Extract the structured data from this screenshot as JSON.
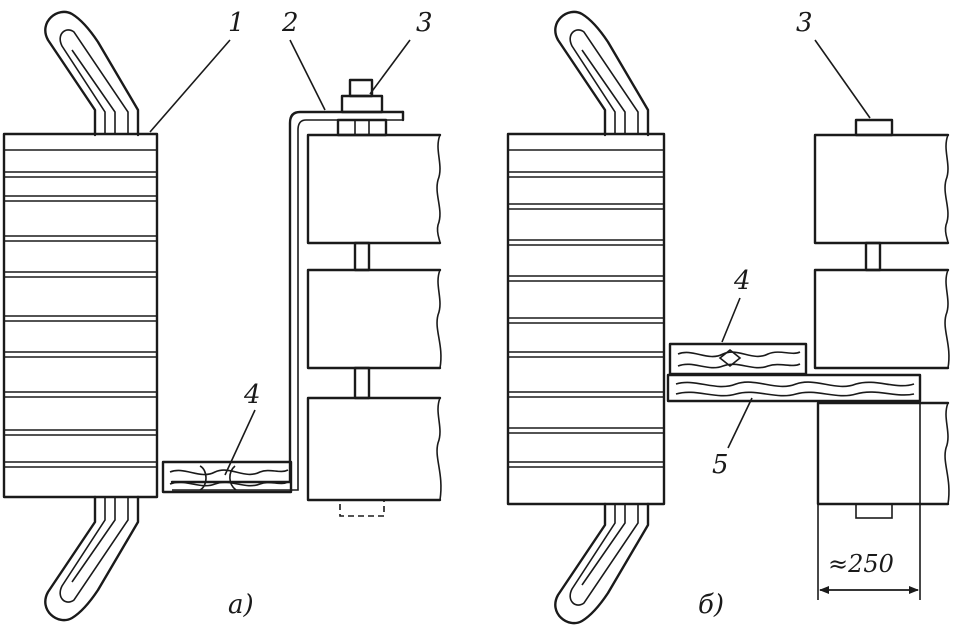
{
  "figure_a": {
    "caption": "а)",
    "callouts": {
      "item_1": "1",
      "item_2": "2",
      "item_3": "3",
      "item_4": "4"
    }
  },
  "figure_b": {
    "caption": "б)",
    "callouts": {
      "item_3": "3",
      "item_4": "4",
      "item_5": "5"
    },
    "dimension": "≈250"
  }
}
